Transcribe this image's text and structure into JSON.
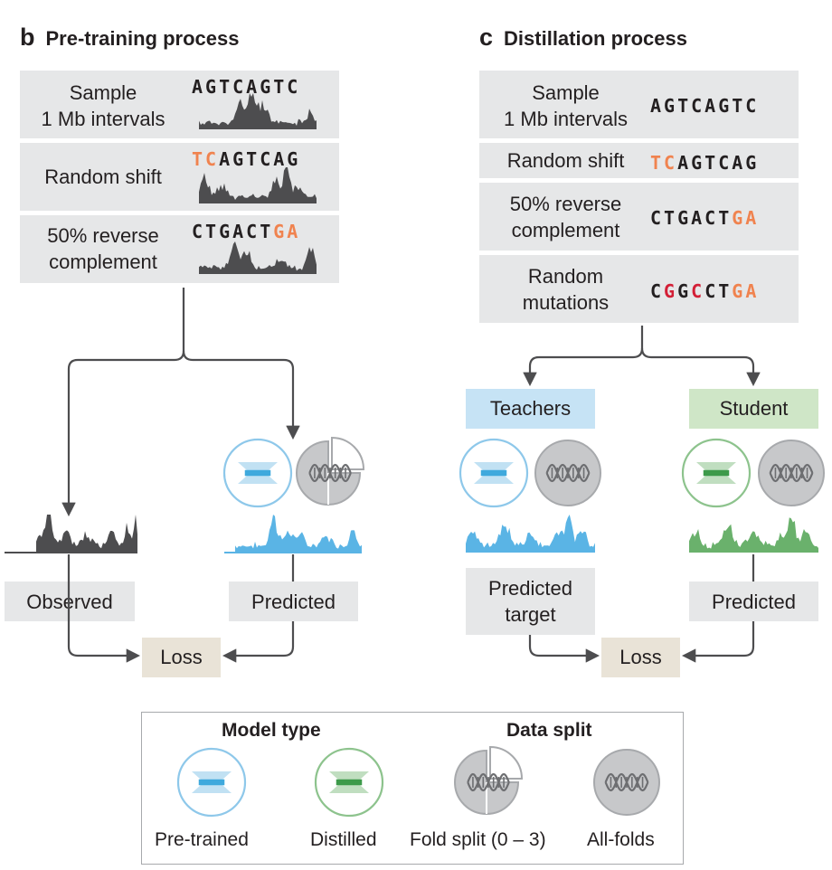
{
  "panel_b": {
    "letter": "b",
    "title": "Pre-training process",
    "steps": [
      {
        "label": "Sample\n1 Mb intervals",
        "seq": [
          {
            "t": "AGTCAGTC",
            "c": "n"
          }
        ]
      },
      {
        "label": "Random shift",
        "seq": [
          {
            "t": "TC",
            "c": "h"
          },
          {
            "t": "AGTCAG",
            "c": "n"
          }
        ]
      },
      {
        "label": "50% reverse\ncomplement",
        "seq": [
          {
            "t": "CTGACT",
            "c": "n"
          },
          {
            "t": "GA",
            "c": "h"
          }
        ]
      }
    ],
    "observed": "Observed",
    "predicted": "Predicted",
    "loss": "Loss"
  },
  "panel_c": {
    "letter": "c",
    "title": "Distillation process",
    "steps": [
      {
        "label": "Sample\n1 Mb intervals",
        "seq": [
          {
            "t": "AGTCAGTC",
            "c": "n"
          }
        ]
      },
      {
        "label": "Random shift",
        "seq": [
          {
            "t": "TC",
            "c": "h"
          },
          {
            "t": "AGTCAG",
            "c": "n"
          }
        ]
      },
      {
        "label": "50% reverse\ncomplement",
        "seq": [
          {
            "t": "CTGACT",
            "c": "n"
          },
          {
            "t": "GA",
            "c": "h"
          }
        ]
      },
      {
        "label": "Random\nmutations",
        "seq": [
          {
            "t": "C",
            "c": "n"
          },
          {
            "t": "G",
            "c": "m"
          },
          {
            "t": "G",
            "c": "n"
          },
          {
            "t": "C",
            "c": "m"
          },
          {
            "t": "CT",
            "c": "n"
          },
          {
            "t": "GA",
            "c": "h"
          }
        ]
      }
    ],
    "teachers": "Teachers",
    "student": "Student",
    "predicted_target": "Predicted\ntarget",
    "predicted": "Predicted",
    "loss": "Loss"
  },
  "legend": {
    "model_type": "Model type",
    "data_split": "Data split",
    "pretrained": "Pre-trained",
    "distilled": "Distilled",
    "fold_split": "Fold split (0 – 3)",
    "all_folds": "All-folds"
  },
  "colors": {
    "pretrained": "#8ec8ea",
    "pretrained_fill": "#3fa9dd",
    "distilled": "#8dc38d",
    "distilled_fill": "#3d9a4a",
    "dna_circle": "#c7c8ca",
    "track_observed": "#4d4d4f",
    "track_pretrained": "#5ab4e5",
    "track_distilled": "#6ab16c",
    "teachers_bg": "#c6e3f5",
    "student_bg": "#cfe6c7",
    "highlight": "#f0834f",
    "mutation": "#d31f36"
  }
}
